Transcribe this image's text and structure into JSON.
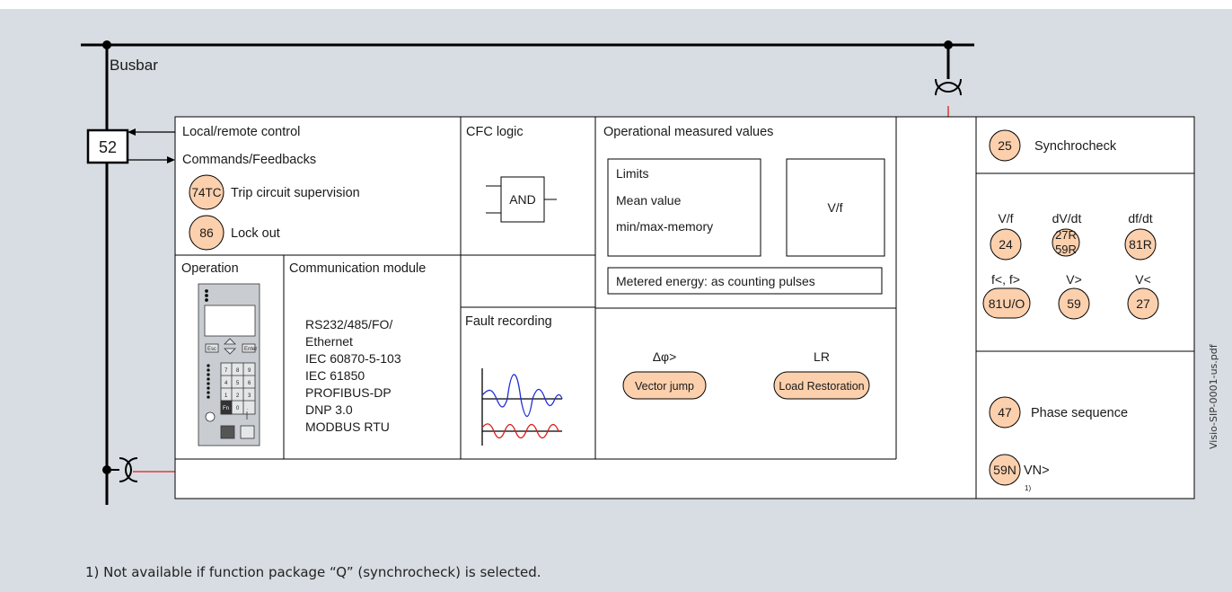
{
  "busbar": {
    "label": "Busbar"
  },
  "breaker": {
    "label": "52"
  },
  "control": {
    "title": "Local/remote control",
    "commands": "Commands/Feedbacks",
    "f74tc": {
      "code": "74TC",
      "label": "Trip circuit supervision"
    },
    "f86": {
      "code": "86",
      "label": "Lock out"
    }
  },
  "cfc": {
    "title": "CFC logic",
    "gate": "AND"
  },
  "opvalues": {
    "title": "Operational measured values",
    "limits": "Limits",
    "mean": "Mean value",
    "minmax": "min/max-memory",
    "vf": "V/f",
    "metered": "Metered energy: as counting pulses"
  },
  "operation": {
    "title": "Operation"
  },
  "comm": {
    "title": "Communication module",
    "lines": [
      "RS232/485/FO/",
      "Ethernet",
      "IEC 60870-5-103",
      "IEC 61850",
      "PROFIBUS-DP",
      "DNP 3.0",
      "MODBUS RTU"
    ]
  },
  "fault": {
    "title": "Fault recording"
  },
  "extra": {
    "vj": {
      "symbol": "Δφ>",
      "label": "Vector jump"
    },
    "lr": {
      "symbol": "LR",
      "label": "Load Restoration"
    }
  },
  "right": {
    "f25": {
      "code": "25",
      "label": "Synchrocheck"
    },
    "row1": [
      {
        "header": "V/f",
        "code": "24"
      },
      {
        "header": "dV/dt",
        "code": "27R",
        "code2": "59R"
      },
      {
        "header": "df/dt",
        "code": "81R"
      }
    ],
    "row2": [
      {
        "header": "f<, f>",
        "code": "81U/O"
      },
      {
        "header": "V>",
        "code": "59"
      },
      {
        "header": "V<",
        "code": "27"
      }
    ],
    "f47": {
      "code": "47",
      "label": "Phase sequence"
    },
    "f59n": {
      "code": "59N",
      "label": "VN>",
      "note": "1)"
    }
  },
  "side_label": "Visio-SIP-0001-us.pdf",
  "footnote": "1) Not available if function package “Q” (synchrocheck) is selected."
}
